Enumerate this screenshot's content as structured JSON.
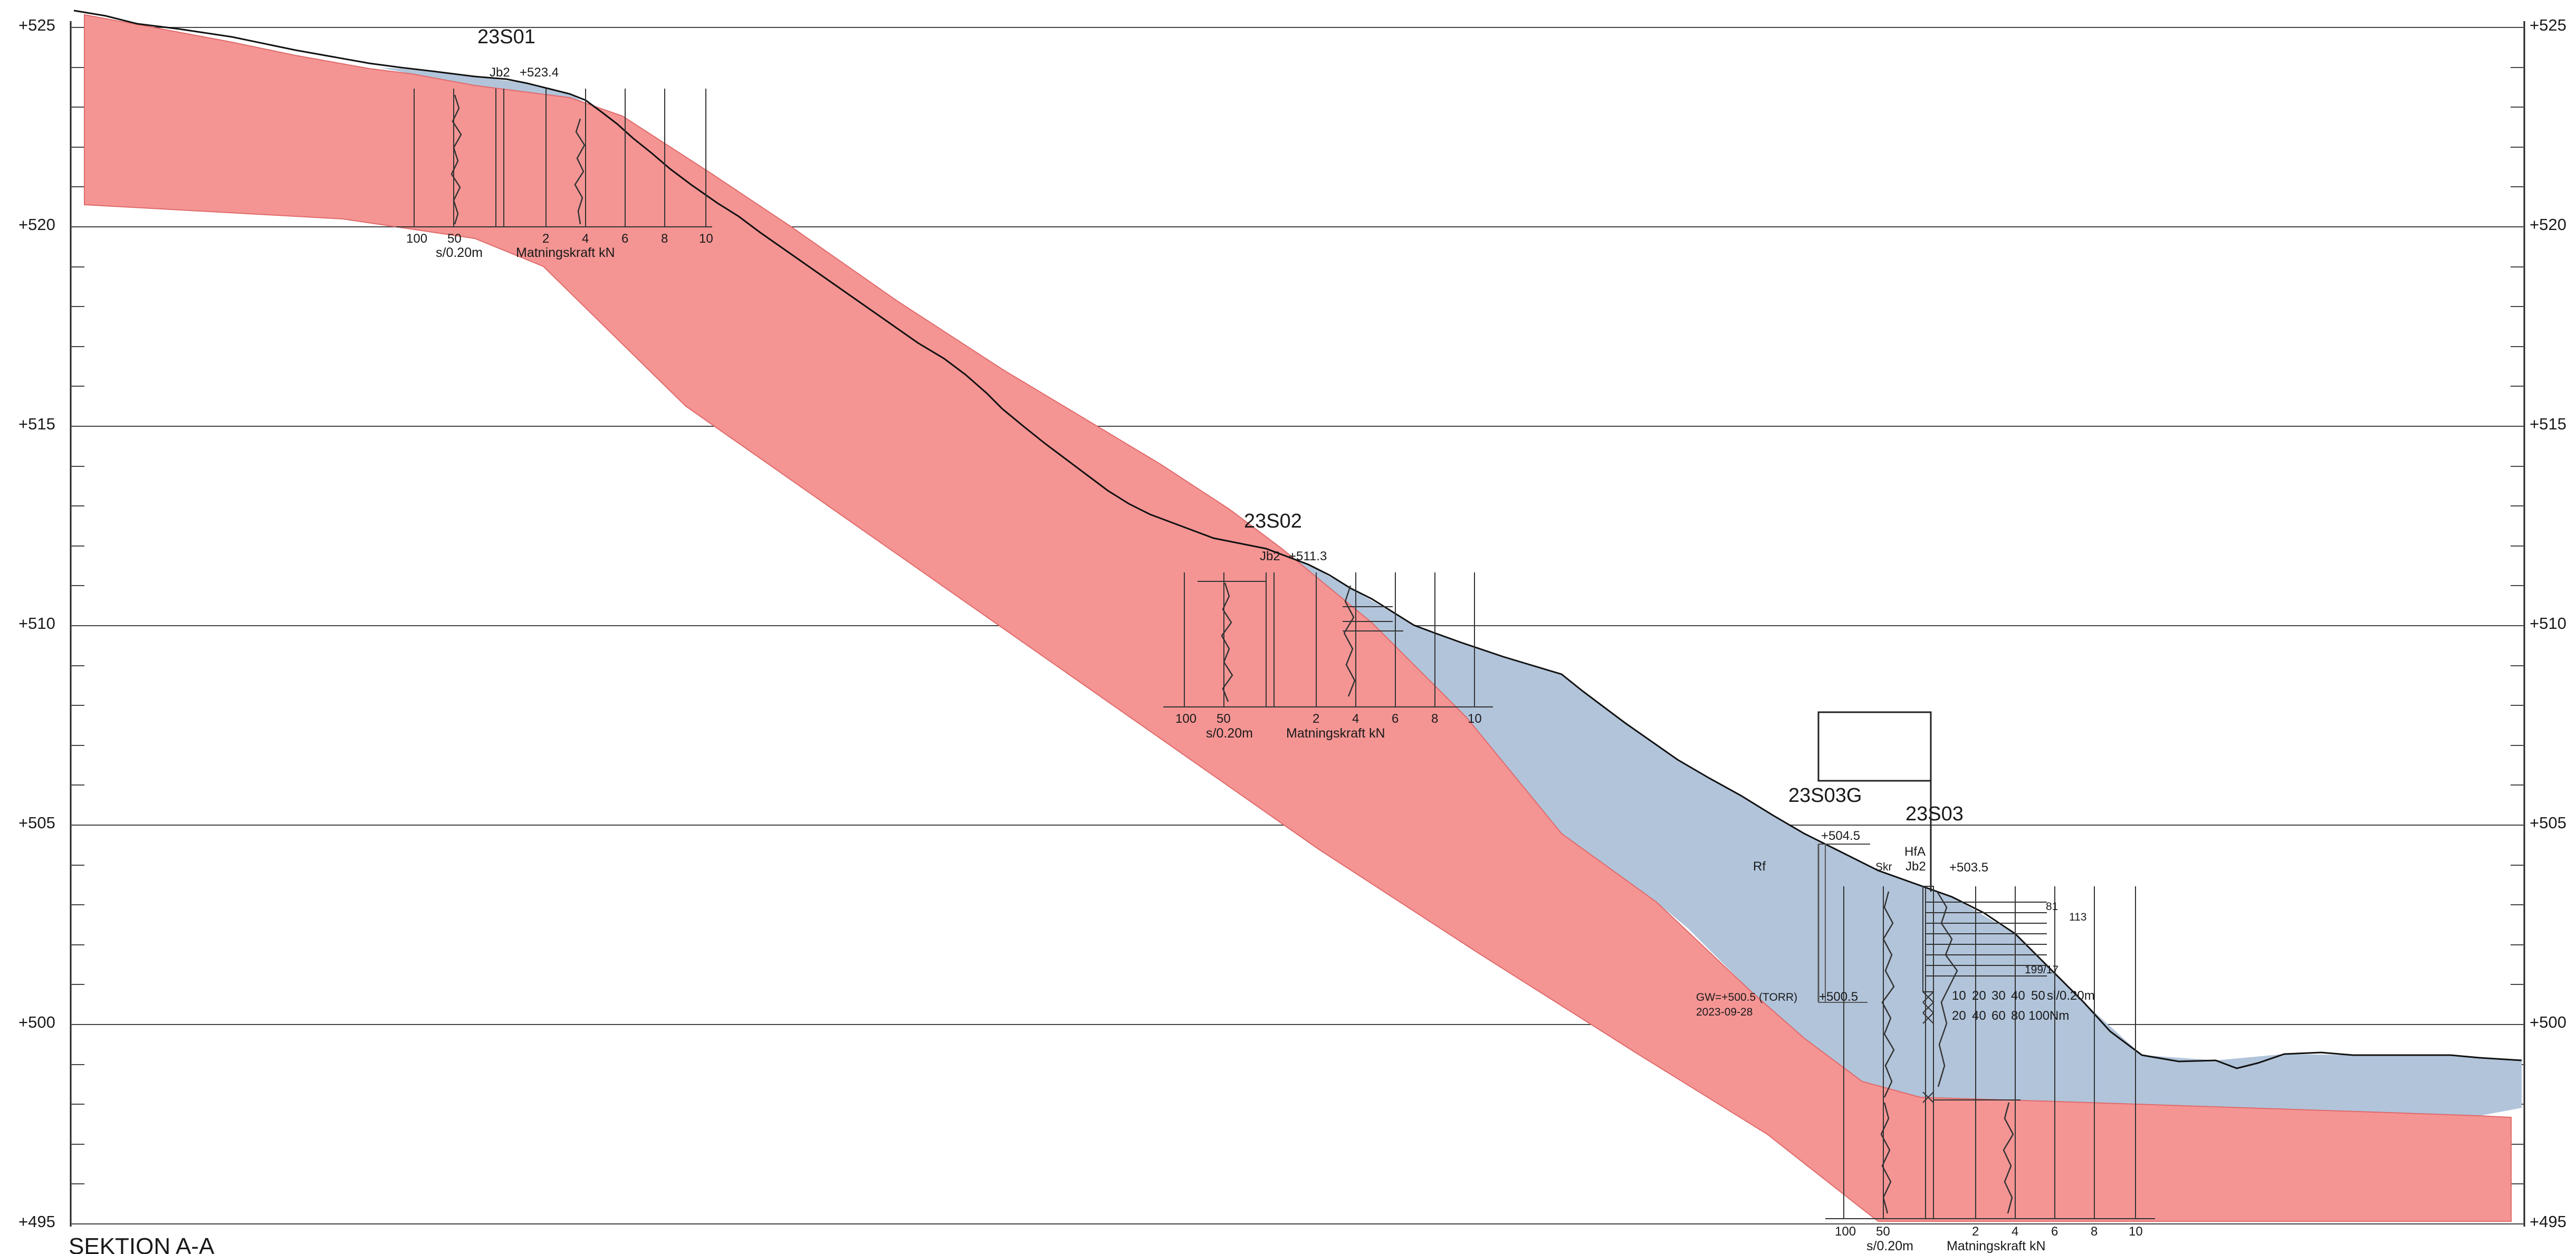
{
  "drawing": {
    "title": "SEKTION A-A",
    "elevation_labels": [
      "+525",
      "+520",
      "+515",
      "+510",
      "+505",
      "+500",
      "+495"
    ],
    "colors": {
      "bedrock_fill": "#f49594",
      "bedrock_stroke": "#e06a6a",
      "soil_fill": "#b1c4da",
      "soil_stroke": "#4a6a8a",
      "grid_line": "#444444",
      "text_red": "#7a3030"
    }
  },
  "boreholes": [
    {
      "id": "23S01",
      "method": "Jb2",
      "elevation": "+523.4",
      "scale_left": [
        "100",
        "50"
      ],
      "scale_right": [
        "2",
        "4",
        "6",
        "8",
        "10"
      ],
      "unit_left": "s/0.20m",
      "unit_right": "Matningskraft kN"
    },
    {
      "id": "23S02",
      "method": "Jb2",
      "elevation": "+511.3",
      "scale_left": [
        "100",
        "50"
      ],
      "scale_right": [
        "2",
        "4",
        "6",
        "8",
        "10"
      ],
      "unit_left": "s/0.20m",
      "unit_right": "Matningskraft kN"
    },
    {
      "id": "23S03G",
      "elevation": "+504.5",
      "lower_level": "+500.5",
      "groundwater": "GW=+500.5 (TORR)",
      "gw_date": "2023-09-28",
      "soil_code": "Rf"
    },
    {
      "id": "23S03",
      "method_top": "HfA",
      "method": "Jb2",
      "sampler": "Skr",
      "elevation": "+503.5",
      "values_a": [
        "81",
        "113",
        "199/17"
      ],
      "scale_row1": [
        "10",
        "20",
        "30",
        "40",
        "50",
        "sl/0.20m"
      ],
      "scale_row2": [
        "20",
        "40",
        "60",
        "80",
        "100Nm"
      ],
      "scale_left": [
        "100",
        "50"
      ],
      "scale_right": [
        "2",
        "4",
        "6",
        "8",
        "10"
      ],
      "unit_left": "s/0.20m",
      "unit_right": "Matningskraft kN"
    }
  ]
}
